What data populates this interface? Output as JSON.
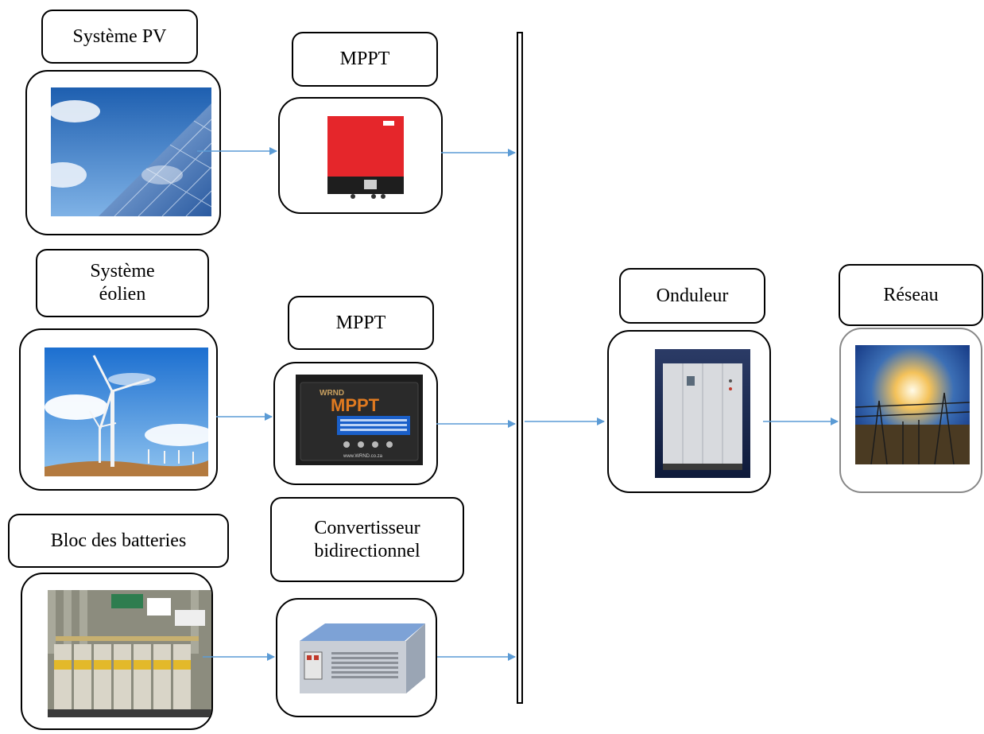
{
  "sources": [
    {
      "label": "Système PV",
      "image": "solar-panels"
    },
    {
      "label": "Système éolien",
      "image": "wind-turbines"
    },
    {
      "label": "Bloc des batteries",
      "image": "battery-bank"
    }
  ],
  "converters": [
    {
      "label": "MPPT",
      "image": "mppt-inverter-red"
    },
    {
      "label": "MPPT",
      "image": "mppt-controller-wrnd"
    },
    {
      "label": "Convertisseur bidirectionnel",
      "image": "rack-converter"
    }
  ],
  "mppt_device_text": {
    "brand": "WRND",
    "model": "MPPT",
    "url": "www.WRND.co.za"
  },
  "inverter": {
    "label": "Onduleur",
    "image": "inverter-cabinet"
  },
  "grid": {
    "label": "Réseau",
    "image": "power-substation"
  },
  "colors": {
    "arrow": "#5b9bd5",
    "border": "#000000"
  }
}
